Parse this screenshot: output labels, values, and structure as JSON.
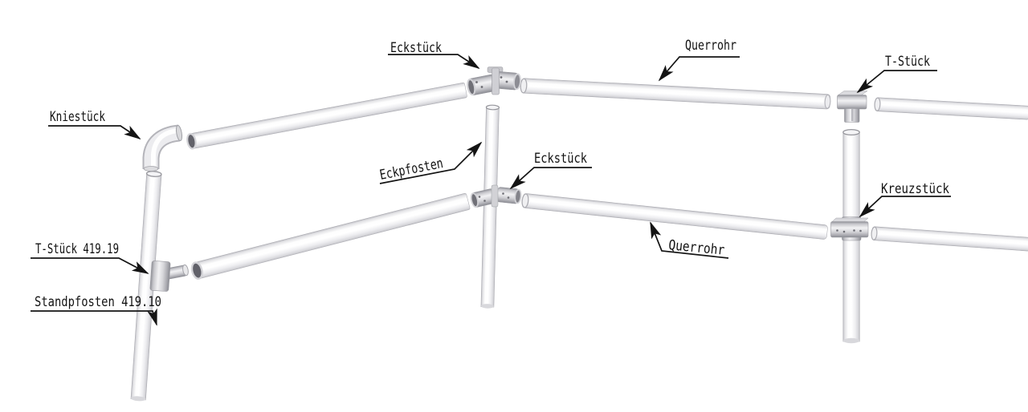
{
  "labels": {
    "kniestueck": "Kniestück",
    "eckstueck_top": "Eckstück",
    "querrohr_top": "Querrohr",
    "t_stueck_top": "T-Stück",
    "eckpfosten": "Eckpfosten",
    "eckstueck_mid": "Eckstück",
    "kreuzstueck": "Kreuzstück",
    "querrohr_mid": "Querrohr",
    "t_stueck_num": "T-Stück 419.19",
    "standpfosten_num": "Standpfosten 419.10"
  },
  "colors": {
    "background": "#ffffff",
    "line": "#141414",
    "pipe_highlight": "#ffffff",
    "pipe_edge": "#bdbdc3",
    "connector_dark": "#8f9097",
    "open_pipe_end": "#70707 7"
  }
}
